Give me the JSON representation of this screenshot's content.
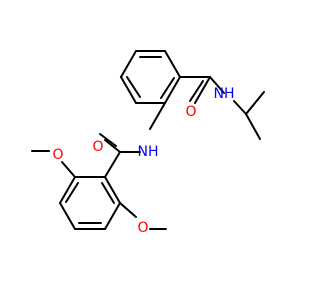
{
  "colors": {
    "bond": "#000000",
    "oxygen": "#ff0000",
    "nitrogen": "#0000ff",
    "background": "#ffffff"
  },
  "atoms": {
    "o_carbonyl_upper": "O",
    "nh_upper": "NH",
    "o_carbonyl_lower": "O",
    "nh_lower": "NH",
    "o_methoxy_left": "O",
    "o_methoxy_right": "O"
  }
}
